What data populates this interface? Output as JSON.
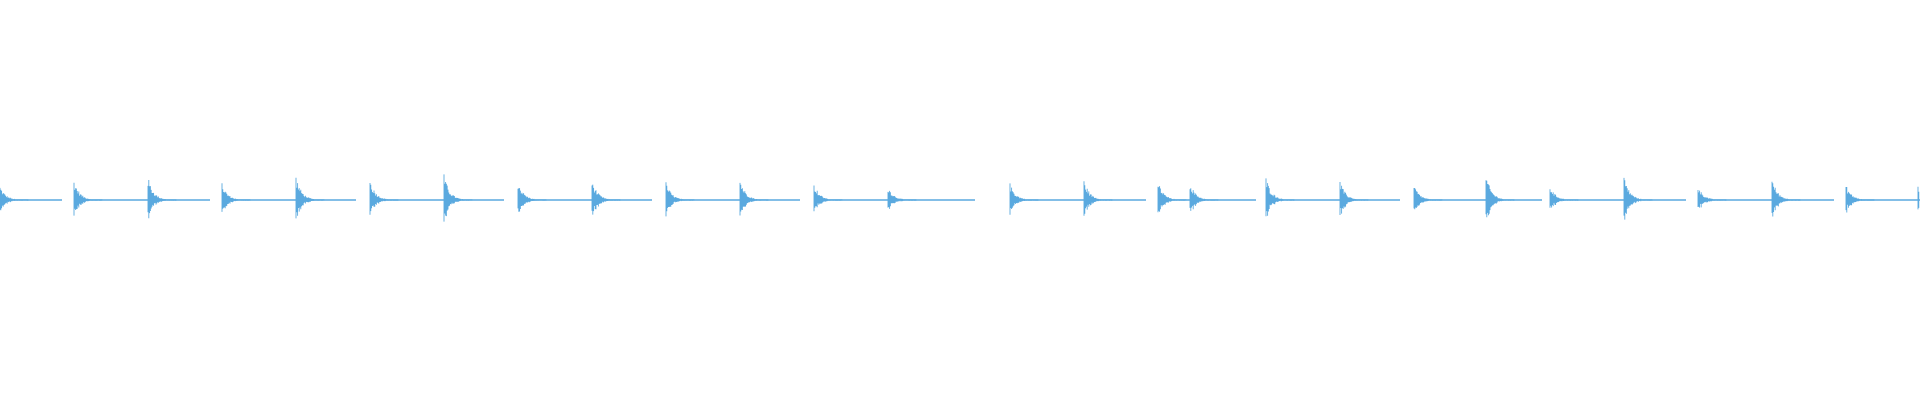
{
  "waveform": {
    "color": "#5aa9df",
    "onset_times": [
      0,
      74,
      148,
      222,
      296,
      370,
      444,
      518,
      592,
      666,
      740,
      814,
      888,
      1010,
      1084,
      1158,
      1190,
      1266,
      1340,
      1414,
      1486,
      1550,
      1624,
      1698,
      1772,
      1846,
      1918
    ],
    "onset_strength": [
      0.55,
      0.8,
      0.9,
      0.65,
      0.95,
      0.8,
      1.0,
      0.75,
      0.8,
      0.7,
      0.85,
      0.65,
      0.55,
      0.65,
      0.8,
      0.75,
      0.7,
      0.9,
      0.75,
      0.6,
      1.0,
      0.55,
      0.95,
      0.55,
      0.85,
      0.6,
      0.65
    ],
    "segments": [
      {
        "start": 0,
        "end": 62
      },
      {
        "start": 74,
        "end": 210
      },
      {
        "start": 222,
        "end": 356
      },
      {
        "start": 370,
        "end": 504
      },
      {
        "start": 518,
        "end": 652
      },
      {
        "start": 666,
        "end": 800
      },
      {
        "start": 814,
        "end": 975
      },
      {
        "start": 1010,
        "end": 1146
      },
      {
        "start": 1158,
        "end": 1256
      },
      {
        "start": 1266,
        "end": 1400
      },
      {
        "start": 1414,
        "end": 1542
      },
      {
        "start": 1550,
        "end": 1686
      },
      {
        "start": 1698,
        "end": 1834
      },
      {
        "start": 1846,
        "end": 1920
      }
    ]
  }
}
